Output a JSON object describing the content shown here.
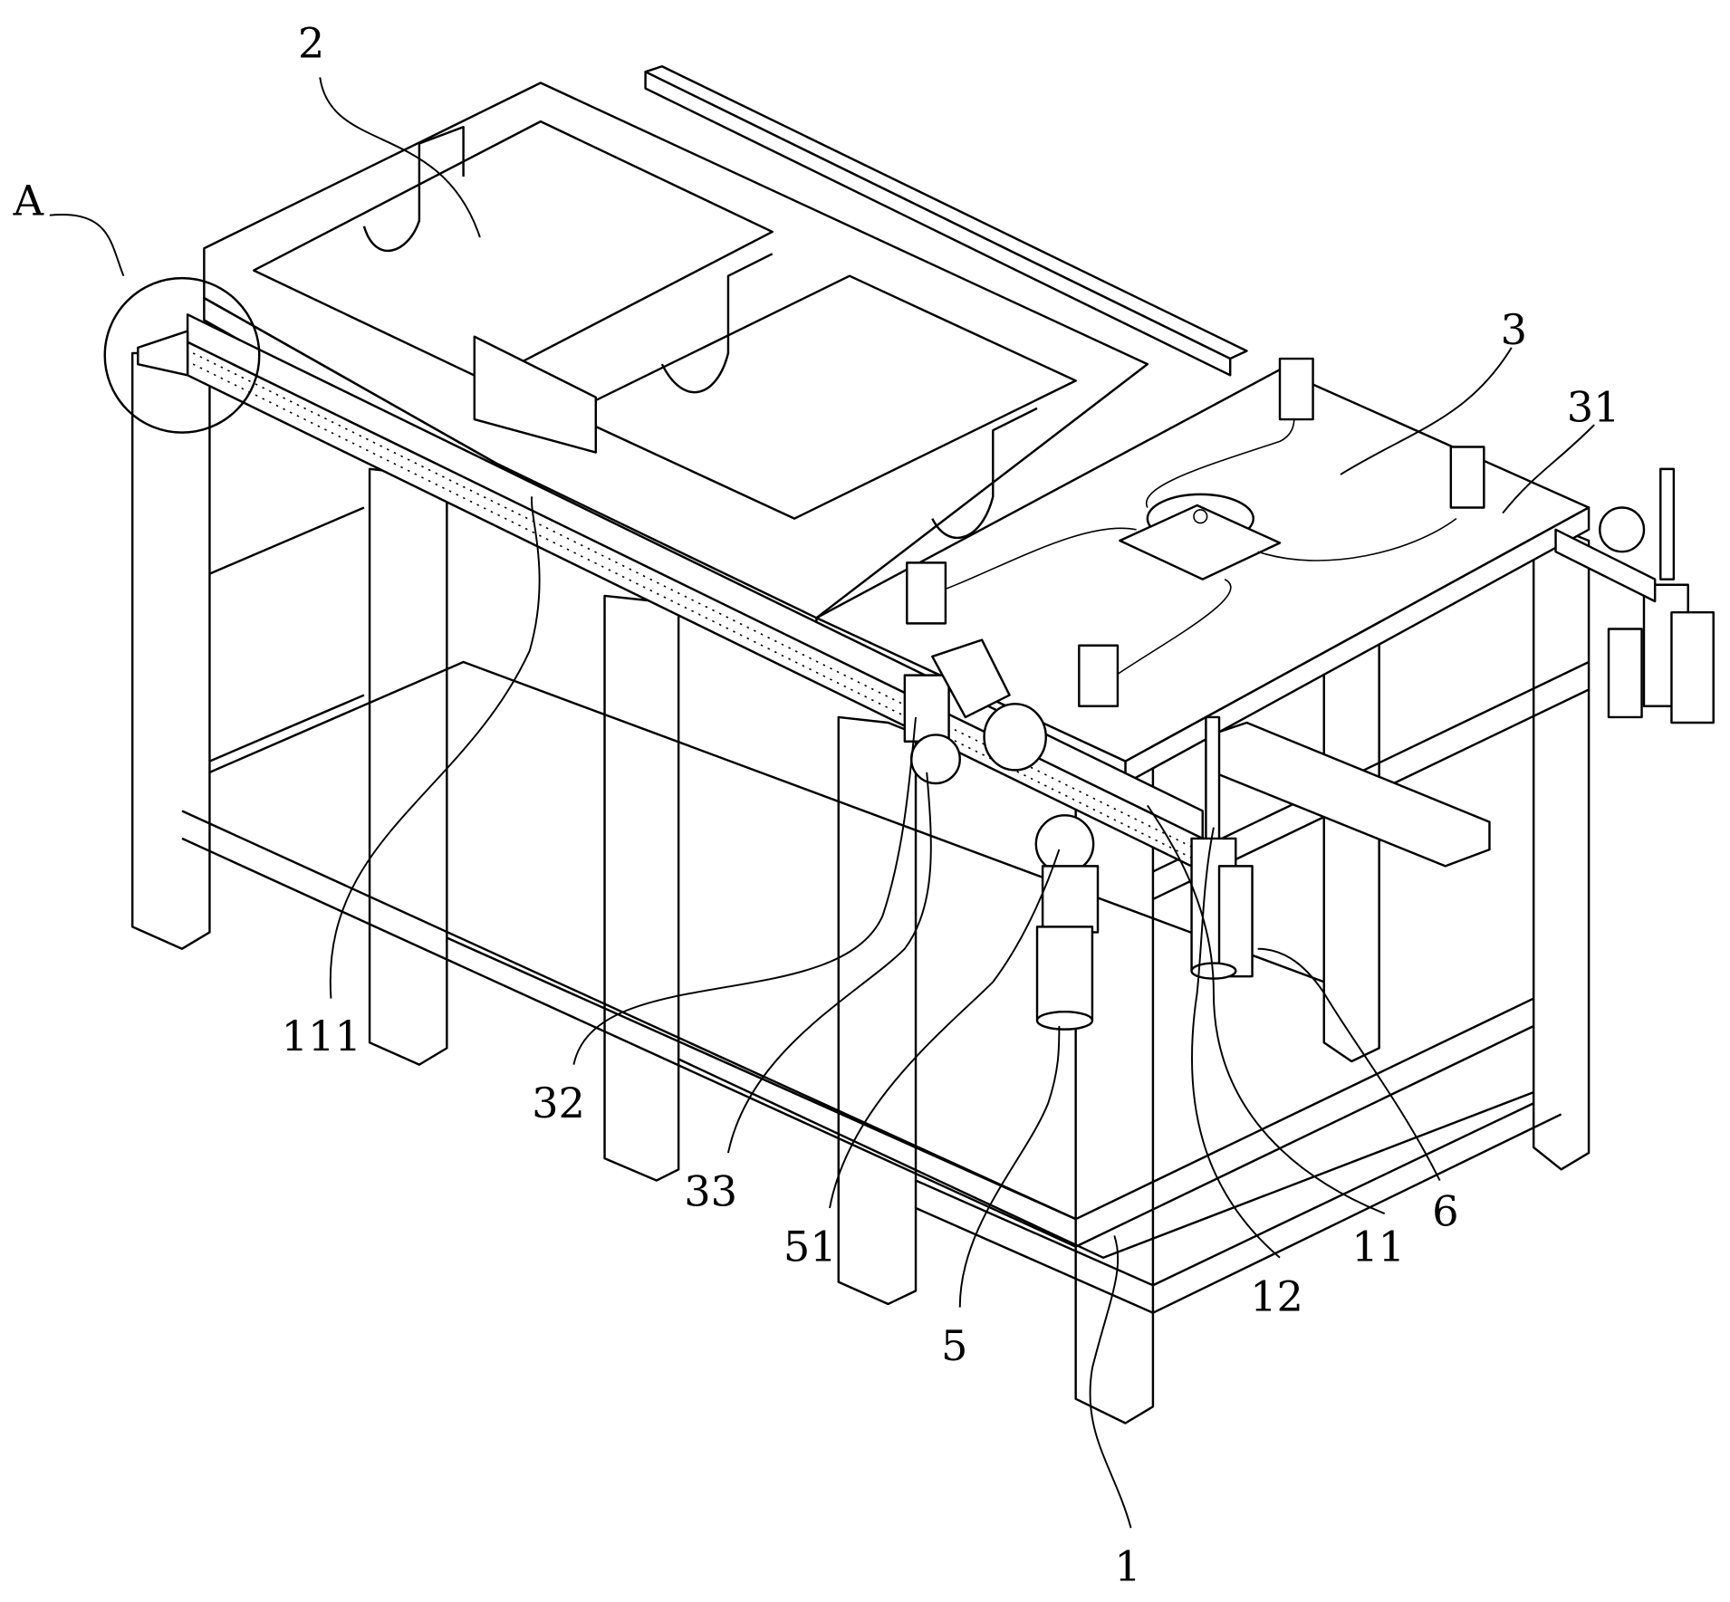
{
  "figure": {
    "labels": {
      "l2": "2",
      "lA": "A",
      "l3": "3",
      "l31": "31",
      "l111": "111",
      "l32": "32",
      "l33": "33",
      "l51": "51",
      "l5": "5",
      "l1": "1",
      "l12": "12",
      "l11": "11",
      "l6": "6"
    }
  }
}
